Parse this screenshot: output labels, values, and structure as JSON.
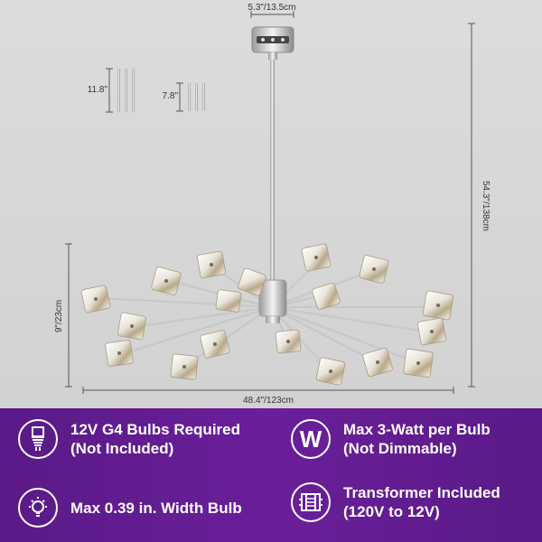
{
  "dimensions": {
    "canopy_width": "5.3\"/13.5cm",
    "total_height": "54.3\"/138cm",
    "rod_long": "11.8\"",
    "rod_short": "7.8\"",
    "body_height": "9\"/23cm",
    "body_width": "48.4\"/123cm"
  },
  "features": [
    {
      "icon": "g4-bulb-icon",
      "lines": [
        "12V G4 Bulbs Required",
        "(Not Included)"
      ]
    },
    {
      "icon": "w-letter-icon",
      "symbol": "W",
      "lines": [
        "Max 3-Watt per Bulb",
        "(Not Dimmable)"
      ]
    },
    {
      "icon": "bulb-width-icon",
      "lines": [
        "Max 0.39 in. Width Bulb"
      ]
    },
    {
      "icon": "transformer-icon",
      "lines": [
        "Transformer Included",
        "(120V to 12V)"
      ]
    }
  ],
  "colors": {
    "panel": "#5a1a87",
    "text": "#ffffff",
    "dimension_line": "#555555",
    "chrome": "#bdbdbd"
  }
}
